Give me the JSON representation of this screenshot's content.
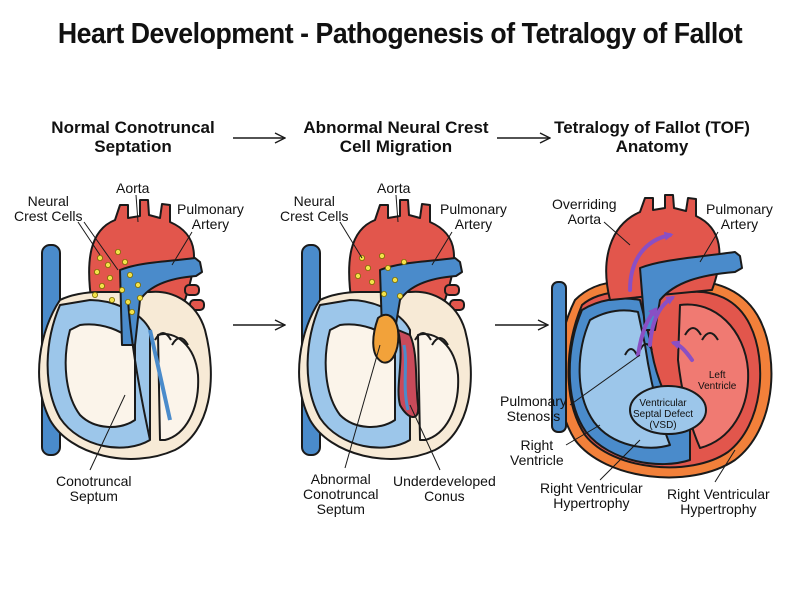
{
  "title": "Heart Development - Pathogenesis of Tetralogy of Fallot",
  "panels": [
    {
      "title_line1": "Normal Conotruncal",
      "title_line2": "Septation",
      "labels": {
        "neural_crest_1": "Neural",
        "neural_crest_2": "Crest Cells",
        "aorta": "Aorta",
        "pulmonary_1": "Pulmonary",
        "pulmonary_2": "Artery",
        "septum_1": "Conotruncal",
        "septum_2": "Septum"
      }
    },
    {
      "title_line1": "Abnormal Neural Crest",
      "title_line2": "Cell Migration",
      "labels": {
        "neural_crest_1": "Neural",
        "neural_crest_2": "Crest Cells",
        "aorta": "Aorta",
        "pulmonary_1": "Pulmonary",
        "pulmonary_2": "Artery",
        "abnormal_1": "Abnormal",
        "abnormal_2": "Conotruncal",
        "abnormal_3": "Septum",
        "conus_1": "Underdeveloped",
        "conus_2": "Conus"
      }
    },
    {
      "title_line1": "Tetralogy of Fallot (TOF)",
      "title_line2": "Anatomy",
      "labels": {
        "overriding_1": "Overriding",
        "overriding_2": "Aorta",
        "pulmonary_1": "Pulmonary",
        "pulmonary_2": "Artery",
        "left_v_1": "Left",
        "left_v_2": "Ventricle",
        "vsd_1": "Ventricular",
        "vsd_2": "Septal Defect",
        "vsd_3": "(VSD)",
        "stenosis_1": "Pulmonary",
        "stenosis_2": "Stenosis",
        "right_v_1": "Right",
        "right_v_2": "Ventricle",
        "rvh_a_1": "Right Ventricular",
        "rvh_a_2": "Hypertrophy",
        "rvh_b_1": "Right Ventricular",
        "rvh_b_2": "Hypertrophy"
      }
    }
  ],
  "colors": {
    "aorta_red": "#e2564c",
    "vessel_blue": "#4a8bcb",
    "light_blue": "#9cc6ea",
    "pale_fill": "#f7ead6",
    "crest_yellow": "#f3e24a",
    "septum_orange": "#f2a23a",
    "outline": "#1a1a1a",
    "arrow_purple": "#8a4fc4"
  }
}
